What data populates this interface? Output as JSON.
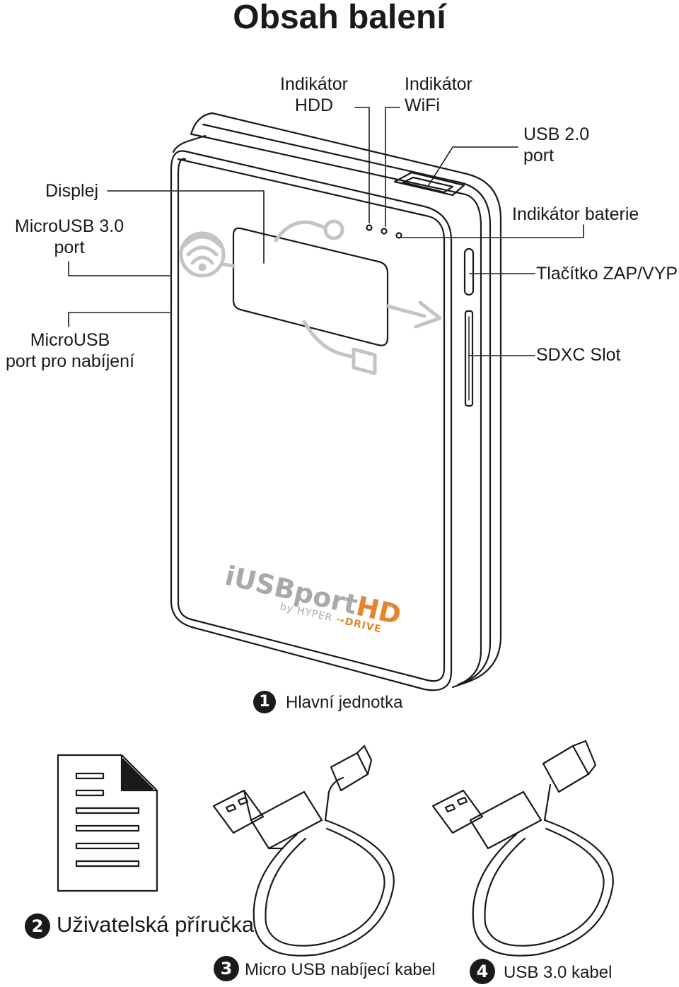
{
  "title": "Obsah balení",
  "labels": {
    "hdd_indicator": [
      "Indikátor",
      "HDD"
    ],
    "wifi_indicator": [
      "Indikátor",
      "WiFi"
    ],
    "usb2_port": [
      "USB 2.0",
      "port"
    ],
    "display": "Displej",
    "microusb3_port": [
      "MicroUSB 3.0",
      "port"
    ],
    "battery_indicator": "Indikátor baterie",
    "power_button": "Tlačítko ZAP/VYP",
    "charging_port": [
      "MicroUSB",
      "port pro nabíjení"
    ],
    "sdxc_slot": "SDXC Slot"
  },
  "brand": {
    "main": "iUSBport",
    "hd": "HD",
    "by": "by",
    "hyper": "HYPER",
    "drive": "DRIVE",
    "accent_color": "#e8852a"
  },
  "items": [
    {
      "number": "1",
      "label": "Hlavní jednotka"
    },
    {
      "number": "2",
      "label": "Uživatelská příručka"
    },
    {
      "number": "3",
      "label": "Micro USB nabíjecí kabel"
    },
    {
      "number": "4",
      "label": "USB 3.0 kabel"
    }
  ]
}
